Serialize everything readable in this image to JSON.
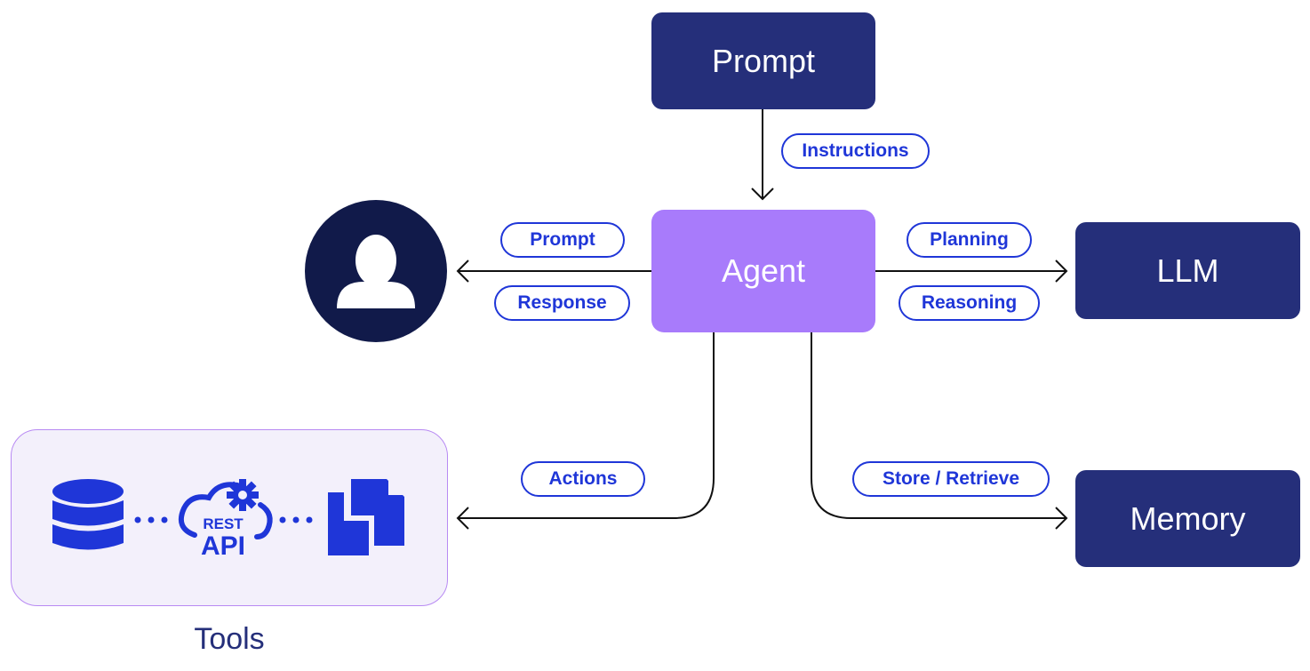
{
  "nodes": {
    "prompt": "Prompt",
    "agent": "Agent",
    "llm": "LLM",
    "memory": "Memory"
  },
  "edges": {
    "instructions": "Instructions",
    "prompt": "Prompt",
    "response": "Response",
    "planning": "Planning",
    "reasoning": "Reasoning",
    "actions": "Actions",
    "store_retrieve": "Store / Retrieve"
  },
  "tools": {
    "label": "Tools",
    "icons": [
      "database-icon",
      "rest-api-icon",
      "documents-icon"
    ],
    "api_text_top": "REST",
    "api_text_bottom": "API"
  },
  "user": {
    "icon": "user-icon"
  },
  "colors": {
    "node_dark": "#252f7a",
    "agent": "#a87bfb",
    "label_blue": "#1f36d8",
    "user_circle": "#111a4a",
    "tools_bg": "#f3f0fb",
    "tools_border": "#b88af3"
  }
}
